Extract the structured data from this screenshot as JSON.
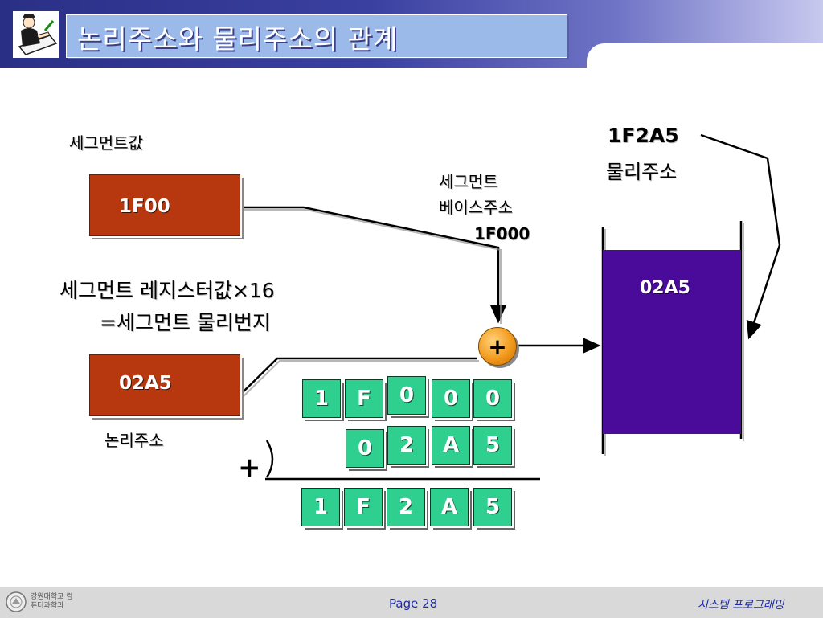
{
  "header": {
    "title": "논리주소와 물리주소의 관계"
  },
  "diagram": {
    "segment_value_label": "세그먼트값",
    "segment_value": "1F00",
    "formula_line1": "세그먼트 레지스터값×16",
    "formula_line2": "=세그먼트 물리번지",
    "offset_value": "02A5",
    "logical_label": "논리주소",
    "base_line1": "세그먼트",
    "base_line2": "베이스주소",
    "base_value": "1F000",
    "plus_symbol": "+",
    "physical_value": "1F2A5",
    "physical_label": "물리주소",
    "memory_label": "02A5",
    "add_symbol": "+",
    "row1": [
      "1",
      "F",
      "0",
      "0",
      "0"
    ],
    "row2": [
      "0",
      "2",
      "A",
      "5"
    ],
    "row3": [
      "1",
      "F",
      "2",
      "A",
      "5"
    ]
  },
  "footer": {
    "school": "강원대학교 컴퓨터과학과",
    "page": "Page 28",
    "course": "시스템 프로그래밍"
  },
  "colors": {
    "segment_box": "#b7380f",
    "digit_cell": "#2fcf8f",
    "memory_block": "#4a0a9a",
    "plus_circle": "#f29a1e",
    "header": "#2a2f86"
  }
}
